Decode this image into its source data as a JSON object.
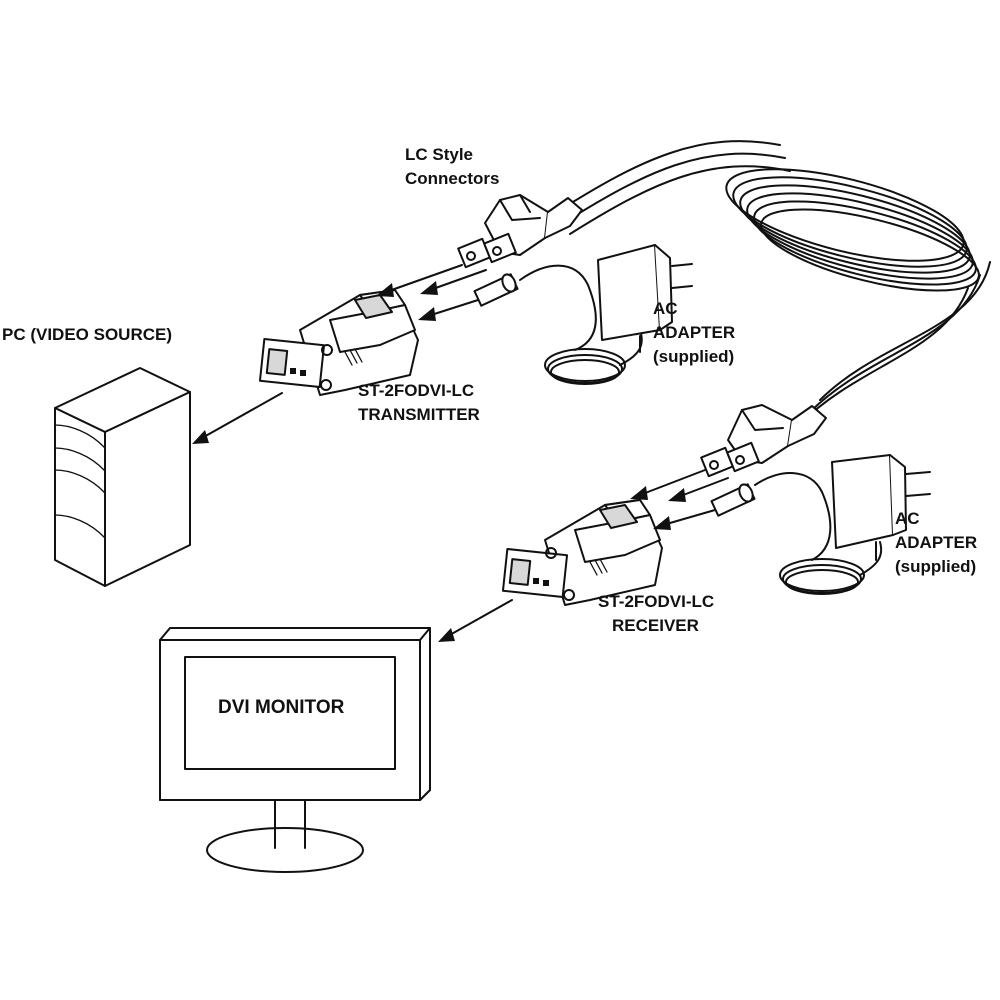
{
  "labels": {
    "lc_connectors": [
      "LC Style",
      "Connectors"
    ],
    "pc": "PC (VIDEO SOURCE)",
    "transmitter": [
      "ST-2FODVI-LC",
      "TRANSMITTER"
    ],
    "receiver": [
      "ST-2FODVI-LC",
      "RECEIVER"
    ],
    "adapter_top": [
      "AC",
      "ADAPTER",
      "(supplied)"
    ],
    "adapter_bottom": [
      "AC",
      "ADAPTER",
      "(supplied)"
    ],
    "monitor": "DVI MONITOR"
  },
  "colors": {
    "ink": "#111111",
    "paper": "#ffffff",
    "shade": "#d8d8d8"
  },
  "icons": [
    "fiber-cable-coil-icon",
    "lc-connector-icon",
    "power-plug-icon",
    "ac-adapter-icon",
    "dvi-transmitter-icon",
    "dvi-receiver-icon",
    "pc-tower-icon",
    "monitor-icon"
  ]
}
